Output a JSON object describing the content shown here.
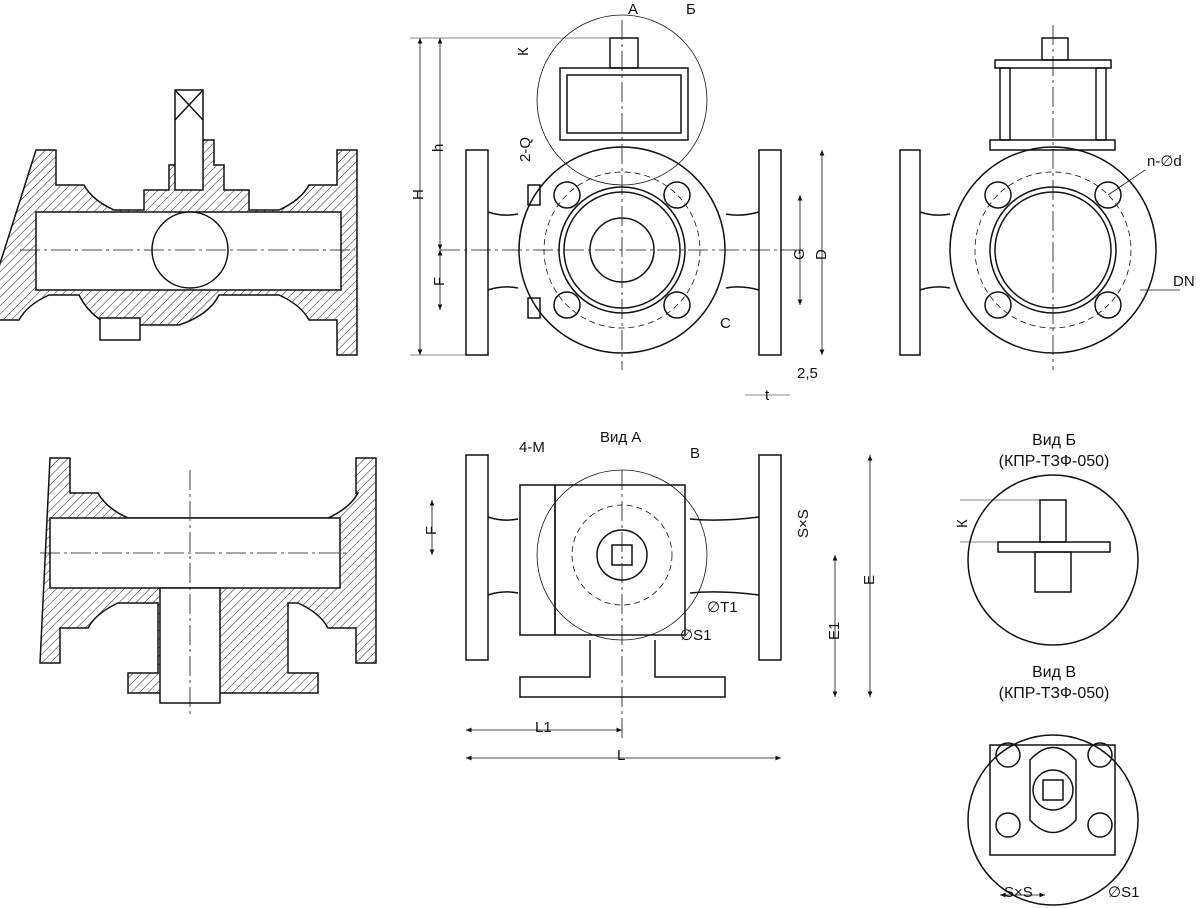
{
  "front_view": {
    "label_a": "А",
    "label_b": "Б",
    "label_k": "К",
    "label_h_small": "h",
    "label_h": "H",
    "label_2q": "2-Q",
    "label_f": "F",
    "label_g": "G",
    "label_d": "D",
    "label_c": "C",
    "label_25": "2,5",
    "label_t": "t"
  },
  "side_view": {
    "label_nd": "n-∅d",
    "label_dn": "DN"
  },
  "view_a": {
    "title": "Вид А",
    "label_v": "В",
    "label_4m": "4-М",
    "label_f": "F",
    "label_sxs": "S×S",
    "label_t1": "∅T1",
    "label_s1": "∅S1",
    "label_e1": "E1",
    "label_e": "E",
    "label_l1": "L1",
    "label_l": "L"
  },
  "view_b": {
    "title": "Вид Б",
    "subtitle": "(КПР-ТЗФ-050)",
    "label_k": "К"
  },
  "view_v": {
    "title": "Вид В",
    "subtitle": "(КПР-ТЗФ-050)",
    "label_sxs": "S×S",
    "label_s1": "∅S1"
  }
}
